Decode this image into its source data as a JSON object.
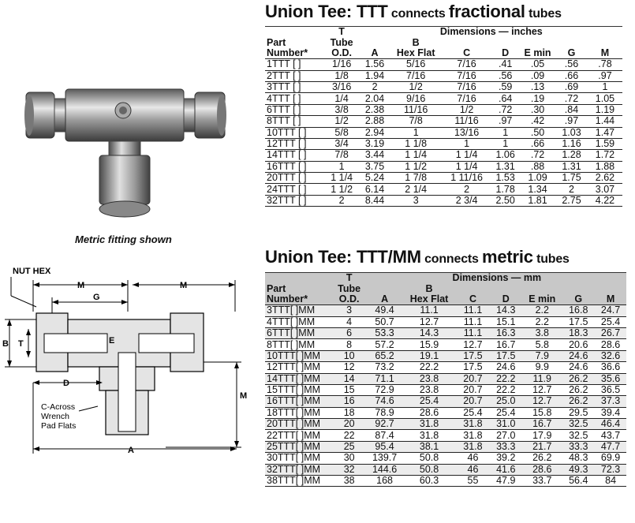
{
  "photo": {
    "caption": "Metric fitting shown"
  },
  "diagram": {
    "labels": {
      "nut_hex": "NUT HEX",
      "m_left": "M",
      "m_right": "M",
      "m_vertical": "M",
      "g": "G",
      "b": "B",
      "t": "T",
      "e": "E",
      "d": "D",
      "a": "A",
      "c_line1": "C-Across",
      "c_line2": "Wrench",
      "c_line3": "Pad Flats"
    }
  },
  "table_fractional": {
    "title_prefix": "Union Tee: TTT",
    "title_connects": "connects",
    "title_kind": "fractional",
    "title_suffix": "tubes",
    "dimensions_header": "Dimensions — inches",
    "headers": {
      "part1": "Part",
      "part2": "Number*",
      "t1": "T",
      "t2": "Tube",
      "t3": "O.D.",
      "a": "A",
      "b1": "B",
      "b2": "Hex Flat",
      "c": "C",
      "d": "D",
      "e": "E min",
      "g": "G",
      "m": "M"
    },
    "rows": [
      [
        "1TTT [ ]",
        "1/16",
        "1.56",
        "5/16",
        "7/16",
        ".41",
        ".05",
        ".56",
        ".78"
      ],
      [
        "2TTT [ ]",
        "1/8",
        "1.94",
        "7/16",
        "7/16",
        ".56",
        ".09",
        ".66",
        ".97"
      ],
      [
        "3TTT [ ]",
        "3/16",
        "2",
        "1/2",
        "7/16",
        ".59",
        ".13",
        ".69",
        "1"
      ],
      [
        "4TTT [ ]",
        "1/4",
        "2.04",
        "9/16",
        "7/16",
        ".64",
        ".19",
        ".72",
        "1.05"
      ],
      [
        "6TTT [ ]",
        "3/8",
        "2.38",
        "11/16",
        "1/2",
        ".72",
        ".30",
        ".84",
        "1.19"
      ],
      [
        "8TTT [ ]",
        "1/2",
        "2.88",
        "7/8",
        "11/16",
        ".97",
        ".42",
        ".97",
        "1.44"
      ],
      [
        "10TTT [ ]",
        "5/8",
        "2.94",
        "1",
        "13/16",
        "1",
        ".50",
        "1.03",
        "1.47"
      ],
      [
        "12TTT [ ]",
        "3/4",
        "3.19",
        "1 1/8",
        "1",
        "1",
        ".66",
        "1.16",
        "1.59"
      ],
      [
        "14TTT [ ]",
        "7/8",
        "3.44",
        "1 1/4",
        "1 1/4",
        "1.06",
        ".72",
        "1.28",
        "1.72"
      ],
      [
        "16TTT [ ]",
        "1",
        "3.75",
        "1 1/2",
        "1 1/4",
        "1.31",
        ".88",
        "1.31",
        "1.88"
      ],
      [
        "20TTT [ ]",
        "1 1/4",
        "5.24",
        "1 7/8",
        "1 11/16",
        "1.53",
        "1.09",
        "1.75",
        "2.62"
      ],
      [
        "24TTT [ ]",
        "1 1/2",
        "6.14",
        "2 1/4",
        "2",
        "1.78",
        "1.34",
        "2",
        "3.07"
      ],
      [
        "32TTT [ ]",
        "2",
        "8.44",
        "3",
        "2 3/4",
        "2.50",
        "1.81",
        "2.75",
        "4.22"
      ]
    ]
  },
  "table_metric": {
    "title_prefix": "Union Tee: TTT/MM",
    "title_connects": "connects",
    "title_kind": "metric",
    "title_suffix": "tubes",
    "dimensions_header": "Dimensions — mm",
    "headers": {
      "part1": "Part",
      "part2": "Number*",
      "t1": "T",
      "t2": "Tube",
      "t3": "O.D.",
      "a": "A",
      "b1": "B",
      "b2": "Hex Flat",
      "c": "C",
      "d": "D",
      "e": "E min",
      "g": "G",
      "m": "M"
    },
    "rows": [
      [
        "3TTT[ ]MM",
        "3",
        "49.4",
        "11.1",
        "11.1",
        "14.3",
        "2.2",
        "16.8",
        "24.7"
      ],
      [
        "4TTT[ ]MM",
        "4",
        "50.7",
        "12.7",
        "11.1",
        "15.1",
        "2.2",
        "17.5",
        "25.4"
      ],
      [
        "6TTT[ ]MM",
        "6",
        "53.3",
        "14.3",
        "11.1",
        "16.3",
        "3.8",
        "18.3",
        "26.7"
      ],
      [
        "8TTT[ ]MM",
        "8",
        "57.2",
        "15.9",
        "12.7",
        "16.7",
        "5.8",
        "20.6",
        "28.6"
      ],
      [
        "10TTT[ ]MM",
        "10",
        "65.2",
        "19.1",
        "17.5",
        "17.5",
        "7.9",
        "24.6",
        "32.6"
      ],
      [
        "12TTT[ ]MM",
        "12",
        "73.2",
        "22.2",
        "17.5",
        "24.6",
        "9.9",
        "24.6",
        "36.6"
      ],
      [
        "14TTT[ ]MM",
        "14",
        "71.1",
        "23.8",
        "20.7",
        "22.2",
        "11.9",
        "26.2",
        "35.6"
      ],
      [
        "15TTT[ ]MM",
        "15",
        "72.9",
        "23.8",
        "20.7",
        "22.2",
        "12.7",
        "26.2",
        "36.5"
      ],
      [
        "16TTT[ ]MM",
        "16",
        "74.6",
        "25.4",
        "20.7",
        "25.0",
        "12.7",
        "26.2",
        "37.3"
      ],
      [
        "18TTT[ ]MM",
        "18",
        "78.9",
        "28.6",
        "25.4",
        "25.4",
        "15.8",
        "29.5",
        "39.4"
      ],
      [
        "20TTT[ ]MM",
        "20",
        "92.7",
        "31.8",
        "31.8",
        "31.0",
        "16.7",
        "32.5",
        "46.4"
      ],
      [
        "22TTT[ ]MM",
        "22",
        "87.4",
        "31.8",
        "31.8",
        "27.0",
        "17.9",
        "32.5",
        "43.7"
      ],
      [
        "25TTT[ ]MM",
        "25",
        "95.4",
        "38.1",
        "31.8",
        "33.3",
        "21.7",
        "33.3",
        "47.7"
      ],
      [
        "30TTT[ ]MM",
        "30",
        "139.7",
        "50.8",
        "46",
        "39.2",
        "26.2",
        "48.3",
        "69.9"
      ],
      [
        "32TTT[ ]MM",
        "32",
        "144.6",
        "50.8",
        "46",
        "41.6",
        "28.6",
        "49.3",
        "72.3"
      ],
      [
        "38TTT[ ]MM",
        "38",
        "168",
        "60.3",
        "55",
        "47.9",
        "33.7",
        "56.4",
        "84"
      ]
    ]
  }
}
